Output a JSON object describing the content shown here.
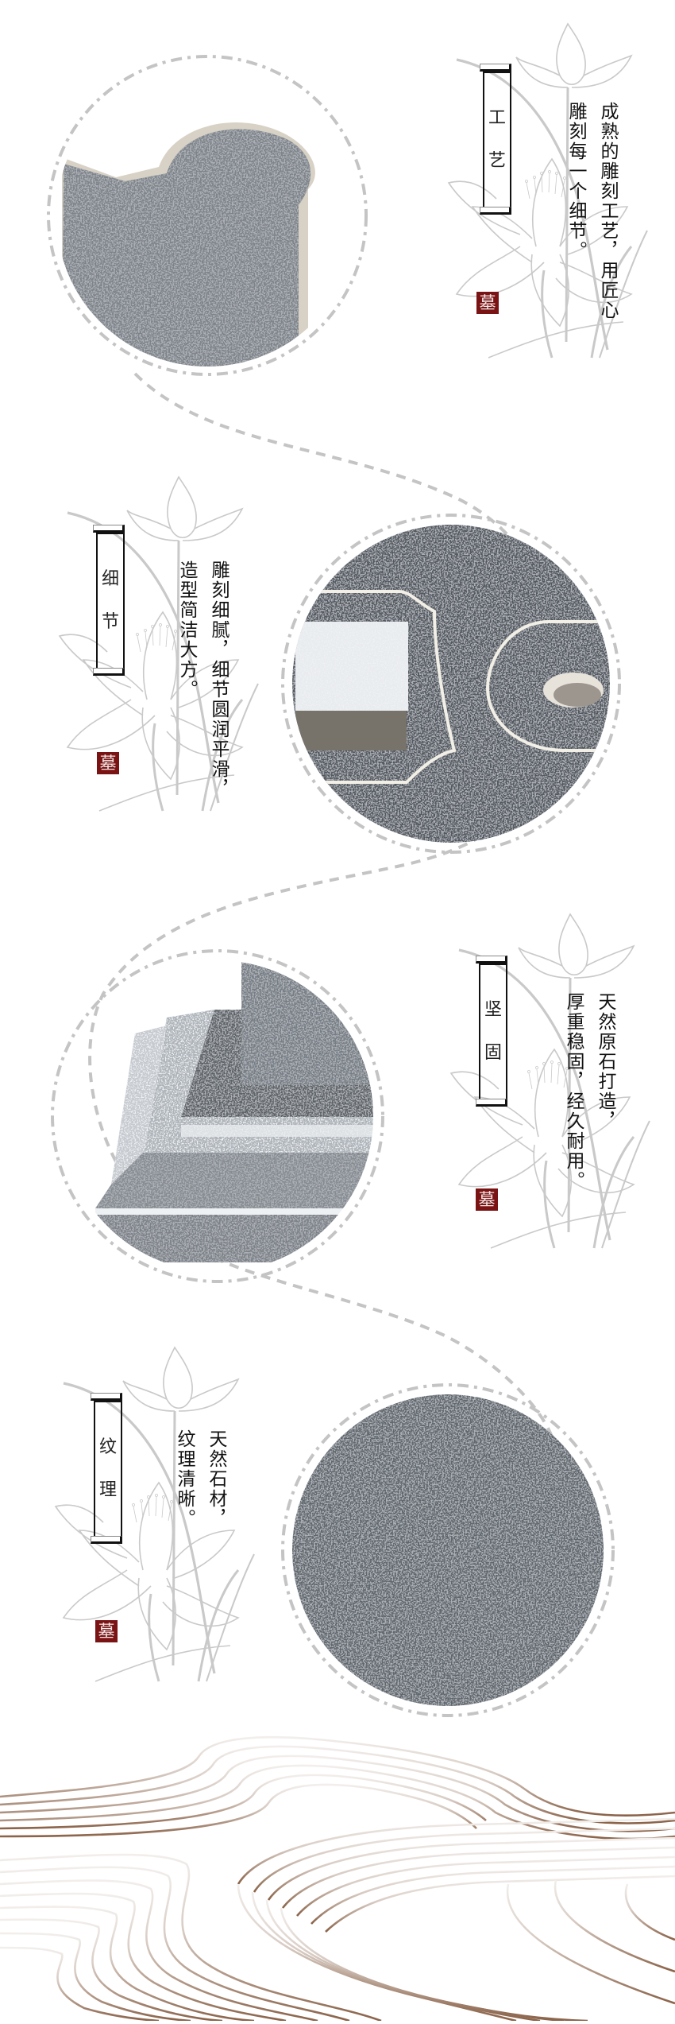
{
  "page": {
    "background": "#ffffff",
    "accent_seal_color": "#7a1414",
    "dashed_line_color": "#c4c4c4",
    "wave_color_dark": "#8a6248",
    "wave_color_light": "#e6dcd6"
  },
  "sections": [
    {
      "id": "craft",
      "title_chars": [
        "工",
        "艺"
      ],
      "description_columns": [
        "成熟的雕刻工艺，用匠心",
        "雕刻每一个细节。"
      ],
      "seal": "墓",
      "photo": "granite-headstone-top-icon"
    },
    {
      "id": "detail",
      "title_chars": [
        "细",
        "节"
      ],
      "description_columns": [
        "雕刻细腻，细节圆润平滑，",
        "造型简洁大方。"
      ],
      "seal": "墓",
      "photo": "granite-carved-frame-icon"
    },
    {
      "id": "solid",
      "title_chars": [
        "坚",
        "固"
      ],
      "description_columns": [
        "天然原石打造，",
        "厚重稳固，经久耐用。"
      ],
      "seal": "墓",
      "photo": "granite-stepped-base-icon"
    },
    {
      "id": "texture",
      "title_chars": [
        "纹",
        "理"
      ],
      "description_columns": [
        "天然石材，",
        "纹理清晰。"
      ],
      "seal": "墓",
      "photo": "granite-surface-texture-icon"
    }
  ]
}
